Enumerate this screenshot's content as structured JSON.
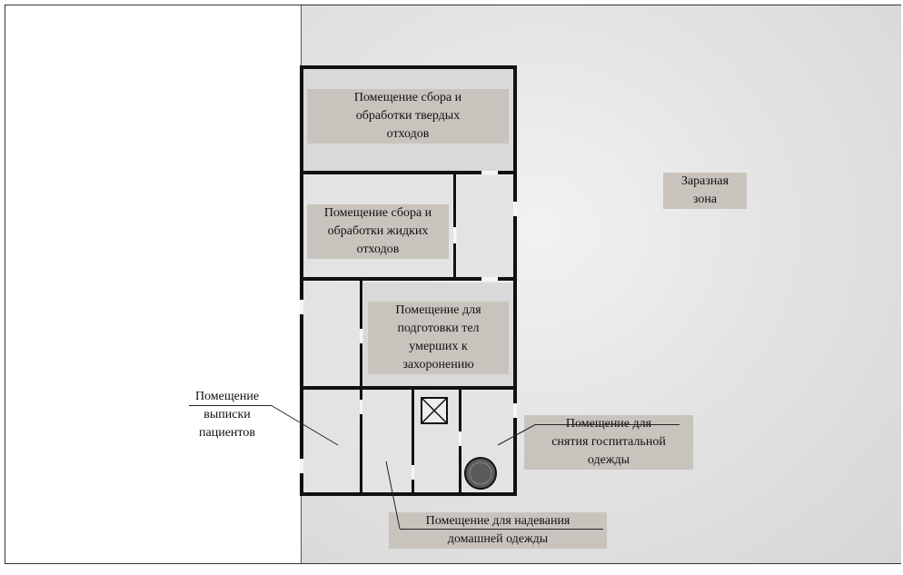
{
  "diagram": {
    "zone_label": "Заразная\nзона",
    "rooms": {
      "solid_waste": "Помещение сбора и\nобработки твердых\nотходов",
      "liquid_waste": "Помещение сбора и\nобработки жидких\nотходов",
      "bodies_prep": "Помещение для\nподготовки тел\nумерших к\nзахоронению",
      "discharge": "Помещение\nвыписки\nпациентов",
      "undress": "Помещение для\nснятия госпитальной\nодежды",
      "dress_home": "Помещение для надевания\nдомашней одежды"
    }
  }
}
